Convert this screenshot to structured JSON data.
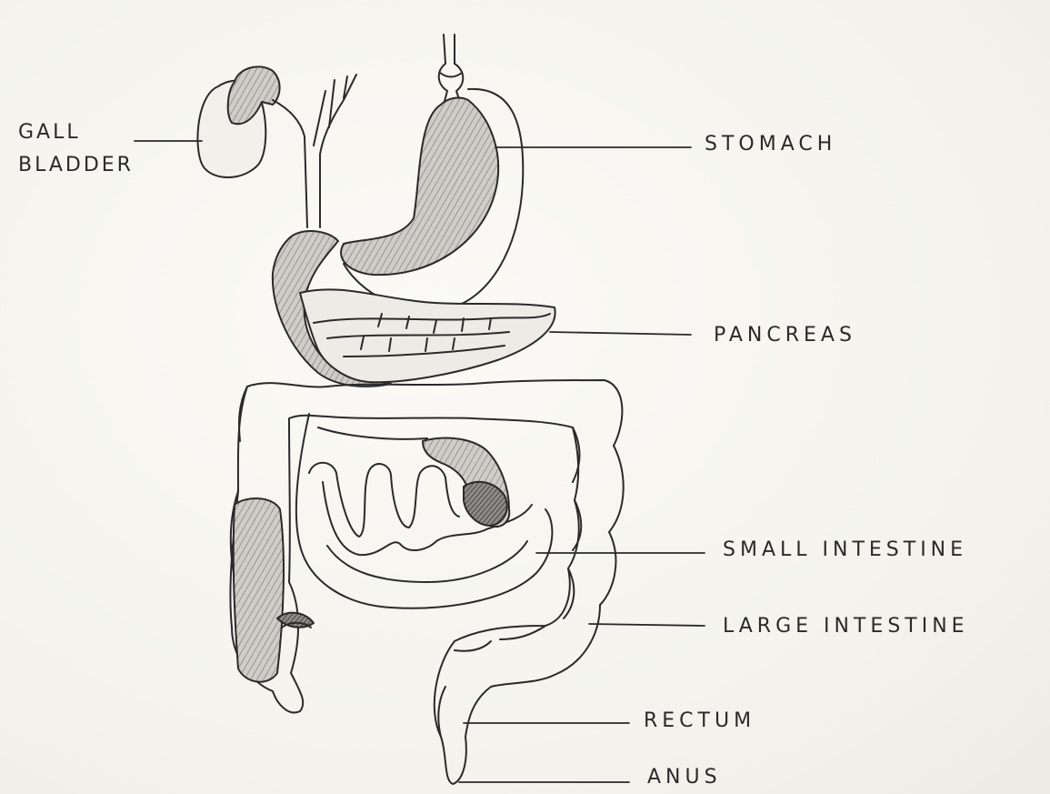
{
  "labels": {
    "gall_bladder_line1": "GALL",
    "gall_bladder_line2": "BLADDER",
    "stomach": "STOMACH",
    "pancreas": "PANCREAS",
    "small_intestine": "SMALL INTESTINE",
    "large_intestine": "LARGE INTESTINE",
    "rectum": "RECTUM",
    "anus": "ANUS"
  },
  "colors": {
    "ink": "#2a2a2a",
    "shade": "#9a9a9a",
    "dark_shade": "#5a5a5a"
  }
}
